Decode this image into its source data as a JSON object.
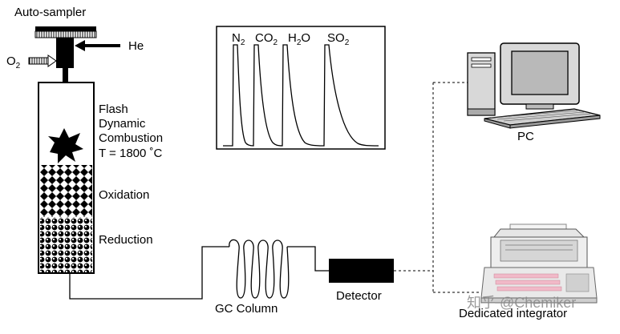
{
  "labels": {
    "auto_sampler": "Auto-sampler",
    "he": "He",
    "o2_main": "O",
    "o2_sub": "2",
    "flash_line1": "Flash",
    "flash_line2": "Dynamic",
    "flash_line3": "Combustion",
    "flash_line4": "T = 1800 ˚C",
    "oxidation": "Oxidation",
    "reduction": "Reduction",
    "gc_column": "GC Column",
    "detector": "Detector",
    "pc": "PC",
    "integrator": "Dedicated integrator"
  },
  "chromatogram": {
    "peaks": [
      {
        "main": "N",
        "sub": "2"
      },
      {
        "main": "CO",
        "sub": "2"
      },
      {
        "main": "H",
        "sub": "2",
        "tail": "O"
      },
      {
        "main": "SO",
        "sub": "2"
      }
    ]
  },
  "watermark": "知乎 @Chemiker"
}
